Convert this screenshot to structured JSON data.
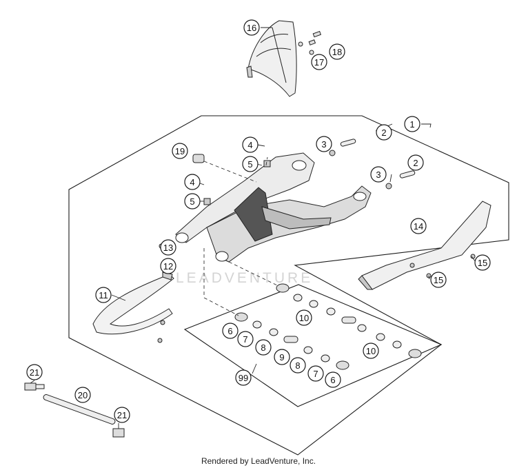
{
  "diagram": {
    "watermark": "LEADVENTURE",
    "footer": "Rendered by LeadVenture, Inc.",
    "colors": {
      "line": "#1a1a1a",
      "part_fill": "#e8e8e8",
      "part_dark": "#555555",
      "watermark": "#d4d4d4"
    },
    "callouts": [
      {
        "id": "c-16",
        "label": "16"
      },
      {
        "id": "c-17",
        "label": "17"
      },
      {
        "id": "c-18",
        "label": "18"
      },
      {
        "id": "c-1",
        "label": "1"
      },
      {
        "id": "c-2a",
        "label": "2"
      },
      {
        "id": "c-3a",
        "label": "3"
      },
      {
        "id": "c-2b",
        "label": "2"
      },
      {
        "id": "c-3b",
        "label": "3"
      },
      {
        "id": "c-4a",
        "label": "4"
      },
      {
        "id": "c-5a",
        "label": "5"
      },
      {
        "id": "c-19",
        "label": "19"
      },
      {
        "id": "c-4b",
        "label": "4"
      },
      {
        "id": "c-5b",
        "label": "5"
      },
      {
        "id": "c-14",
        "label": "14"
      },
      {
        "id": "c-15a",
        "label": "15"
      },
      {
        "id": "c-15b",
        "label": "15"
      },
      {
        "id": "c-13",
        "label": "13"
      },
      {
        "id": "c-12",
        "label": "12"
      },
      {
        "id": "c-11",
        "label": "11"
      },
      {
        "id": "c-10a",
        "label": "10"
      },
      {
        "id": "c-6a",
        "label": "6"
      },
      {
        "id": "c-7a",
        "label": "7"
      },
      {
        "id": "c-8a",
        "label": "8"
      },
      {
        "id": "c-9",
        "label": "9"
      },
      {
        "id": "c-8b",
        "label": "8"
      },
      {
        "id": "c-7b",
        "label": "7"
      },
      {
        "id": "c-6b",
        "label": "6"
      },
      {
        "id": "c-10b",
        "label": "10"
      },
      {
        "id": "c-99",
        "label": "99"
      },
      {
        "id": "c-21a",
        "label": "21"
      },
      {
        "id": "c-20",
        "label": "20"
      },
      {
        "id": "c-21b",
        "label": "21"
      }
    ]
  }
}
